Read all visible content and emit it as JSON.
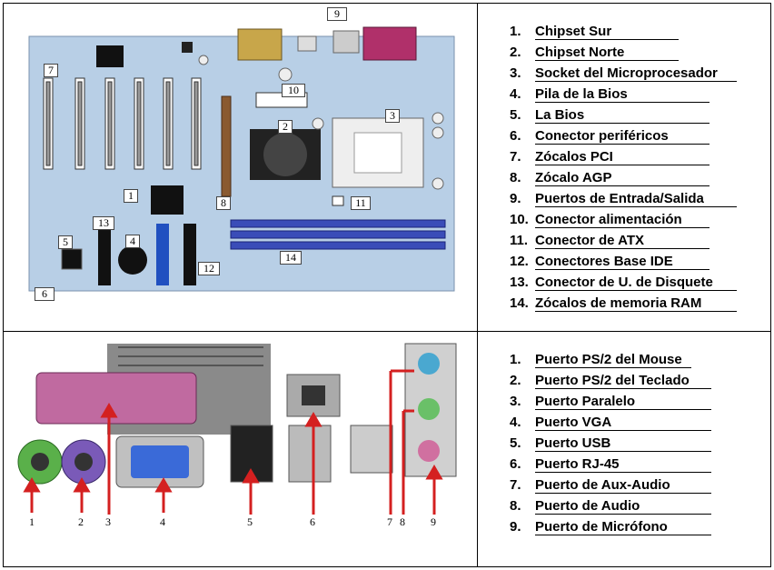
{
  "motherboard_list": [
    {
      "n": "1.",
      "label": "Chipset Sur"
    },
    {
      "n": "2.",
      "label": "Chipset Norte"
    },
    {
      "n": "3.",
      "label": "Socket del Microprocesador"
    },
    {
      "n": "4.",
      "label": "Pila de la Bios"
    },
    {
      "n": "5.",
      "label": "La Bios"
    },
    {
      "n": "6.",
      "label": "Conector periféricos"
    },
    {
      "n": "7.",
      "label": "Zócalos  PCI"
    },
    {
      "n": "8.",
      "label": "Zócalo  AGP"
    },
    {
      "n": "9.",
      "label": "Puertos de Entrada/Salida"
    },
    {
      "n": "10.",
      "label": "Conector alimentación"
    },
    {
      "n": "11.",
      "label": "Conector de ATX"
    },
    {
      "n": "12.",
      "label": "Conectores Base IDE"
    },
    {
      "n": "13.",
      "label": "Conector de U. de Disquete"
    },
    {
      "n": "14.",
      "label": "Zócalos de memoria RAM"
    }
  ],
  "ports_list": [
    {
      "n": "1.",
      "label": "Puerto PS/2 del Mouse"
    },
    {
      "n": "2.",
      "label": "Puerto PS/2 del Teclado"
    },
    {
      "n": "3.",
      "label": "Puerto Paralelo"
    },
    {
      "n": "4.",
      "label": "Puerto VGA"
    },
    {
      "n": "5.",
      "label": "Puerto USB"
    },
    {
      "n": "6.",
      "label": "Puerto RJ-45"
    },
    {
      "n": "7.",
      "label": "Puerto de Aux-Audio"
    },
    {
      "n": "8.",
      "label": "Puerto de Audio"
    },
    {
      "n": "9.",
      "label": "Puerto de Micrófono"
    }
  ],
  "mb_callouts": [
    "1",
    "2",
    "3",
    "4",
    "5",
    "6",
    "7",
    "8",
    "9",
    "10",
    "11",
    "12",
    "13",
    "14"
  ],
  "port_labels": [
    "1",
    "2",
    "3",
    "4",
    "5",
    "6",
    "7",
    "8",
    "9"
  ],
  "colors": {
    "board": "#b8cfe6",
    "ram": "#3a4db8",
    "arrow": "#d42020",
    "parallel": "#c06aa0"
  }
}
